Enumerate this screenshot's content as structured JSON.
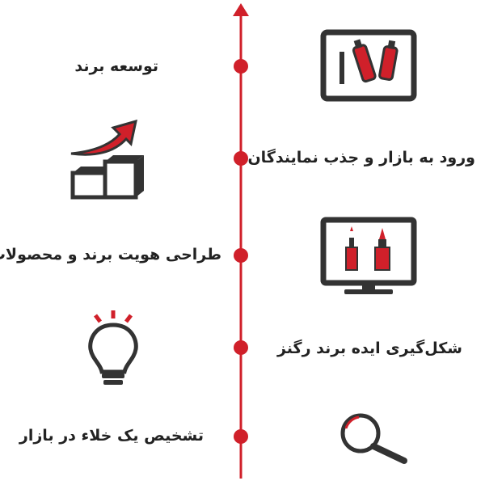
{
  "colors": {
    "accent": "#d0202a",
    "ink": "#222222",
    "icon_dark": "#333333"
  },
  "timeline": {
    "steps": [
      {
        "label": "توسعه برند",
        "icon": "monitor-tubes-icon"
      },
      {
        "label": "ورود به بازار و جذب نمایندگان",
        "icon": "growth-arrow-icon"
      },
      {
        "label": "طراحی هویت برند و محصولات",
        "icon": "monitor-bottles-icon"
      },
      {
        "label": "شکل‌گیری ایده برند رگنز",
        "icon": "lightbulb-icon"
      },
      {
        "label": "تشخیص یک خلاء در بازار",
        "icon": "magnifier-icon"
      }
    ]
  }
}
